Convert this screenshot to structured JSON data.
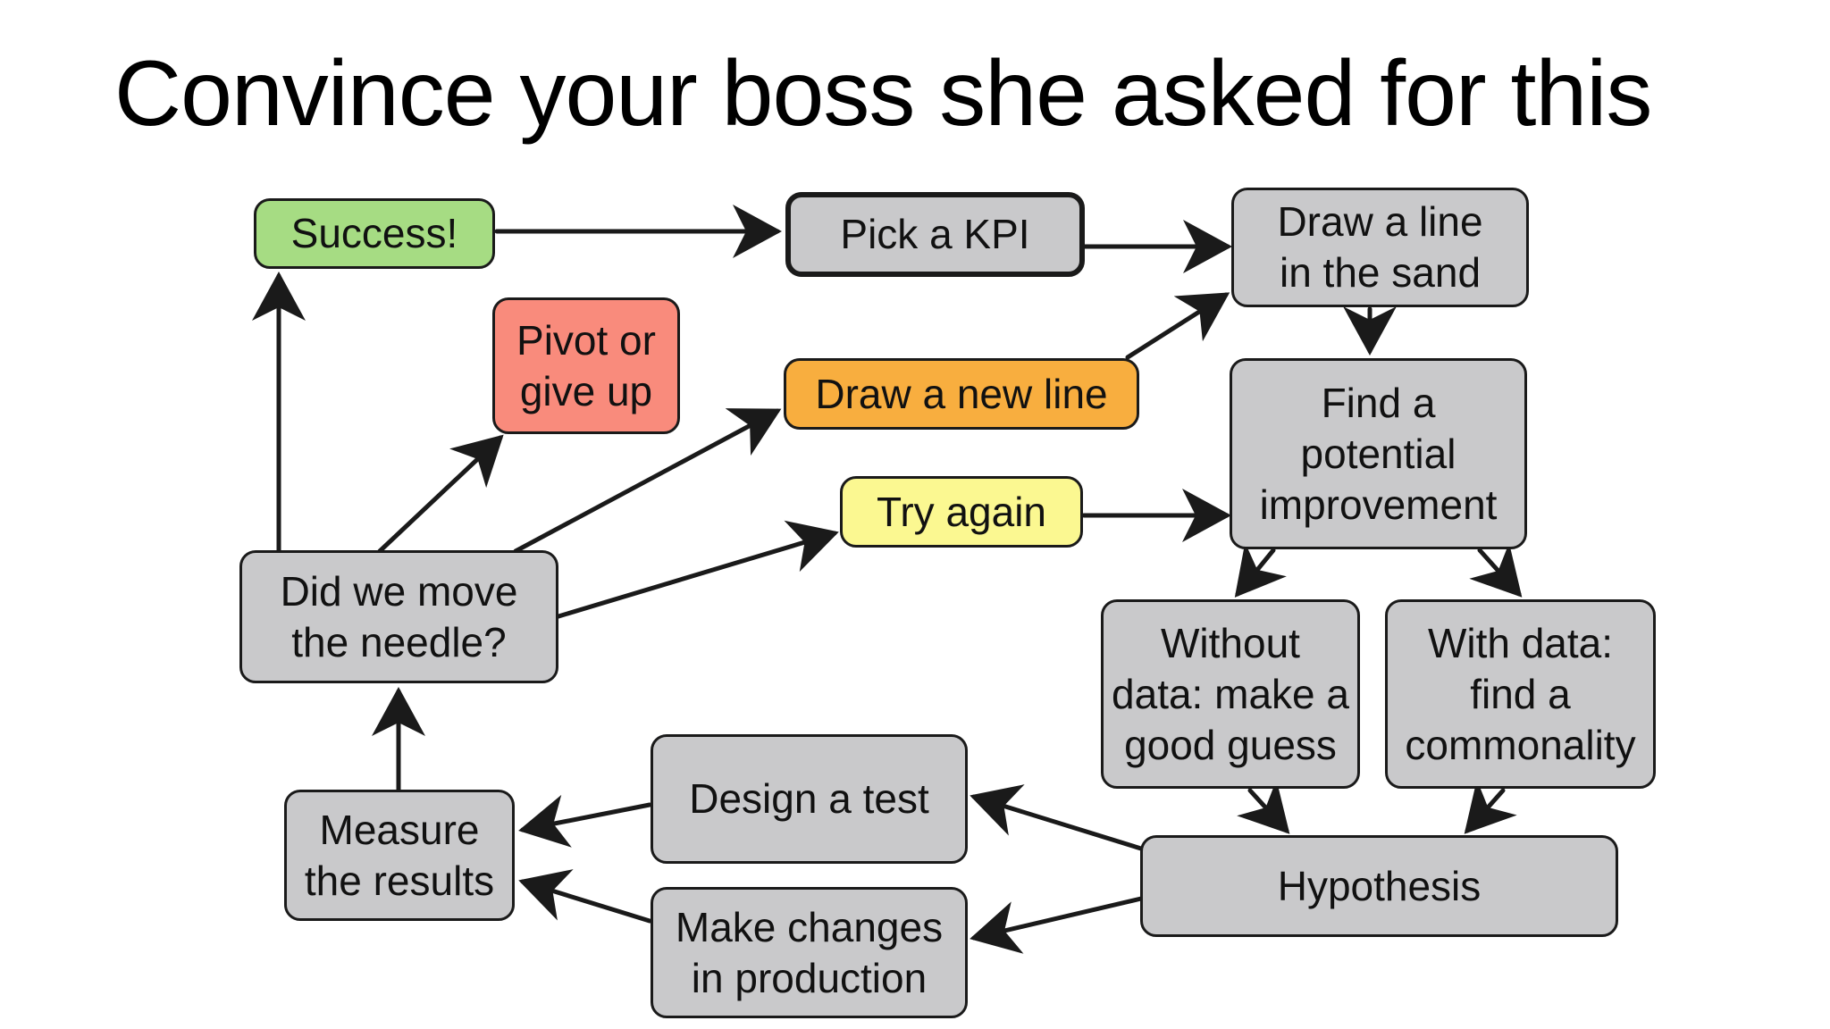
{
  "slide": {
    "title": "Convince your boss she asked for this"
  },
  "nodes": {
    "success": "Success!",
    "pick_kpi": "Pick a KPI",
    "draw_line": "Draw a line\nin the sand",
    "pivot": "Pivot or\ngive up",
    "draw_new_line": "Draw a new line",
    "find_improvement": "Find a\npotential\nimprovement",
    "try_again": "Try again",
    "did_we_move": "Did we move\nthe needle?",
    "without_data": "Without\ndata: make a\ngood guess",
    "with_data": "With data:\nfind a\ncommonality",
    "design_test": "Design a test",
    "measure": "Measure\nthe results",
    "hypothesis": "Hypothesis",
    "make_changes": "Make changes\nin production"
  },
  "colors": {
    "default_fill": "#c9c9cb",
    "success_fill": "#a6dc83",
    "pivot_fill": "#f98b7c",
    "new_line_fill": "#f8ae3f",
    "try_again_fill": "#fbf891",
    "stroke": "#1a1a1a"
  }
}
